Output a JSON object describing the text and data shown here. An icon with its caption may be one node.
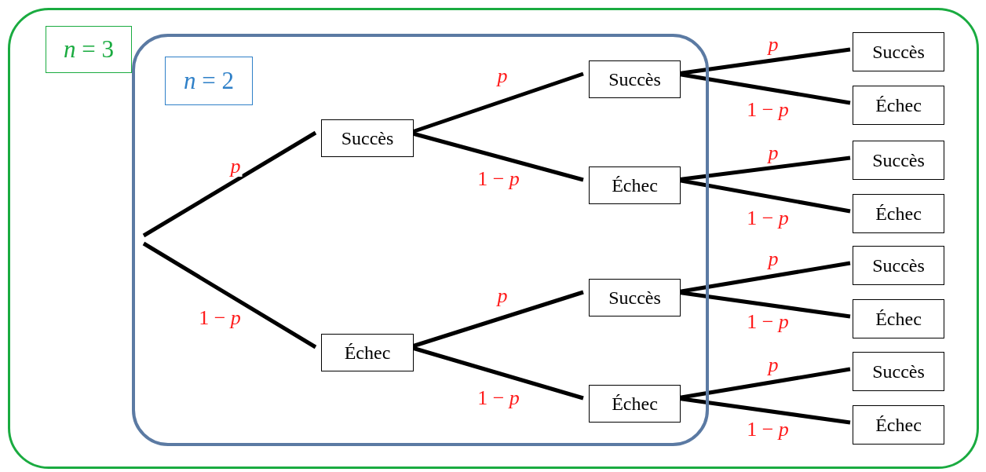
{
  "diagram": {
    "nodes": [
      {
        "text": [
          "*n* = 3"
        ]
      },
      {
        "text": [
          "*n* = 2"
        ],
        "in": 0
      },
      {
        "text": [
          "Succès"
        ],
        "in": 1
      },
      {
        "text": [
          "Échec"
        ],
        "in": 1
      },
      {
        "text": [
          "Succès"
        ],
        "in": 1
      },
      {
        "text": [
          "Échec"
        ],
        "in": 1
      },
      {
        "text": [
          "Succès"
        ],
        "in": 1
      },
      {
        "text": [
          "Échec"
        ],
        "in": 1
      },
      {
        "text": [
          "Succès"
        ],
        "in": 0
      },
      {
        "text": [
          "Échec"
        ],
        "in": 0
      },
      {
        "text": [
          "Succès"
        ],
        "in": 0
      },
      {
        "text": [
          "Échec"
        ],
        "in": 0
      },
      {
        "text": [
          "Succès"
        ],
        "in": 0
      },
      {
        "text": [
          "Échec"
        ],
        "in": 0
      },
      {
        "text": [
          "Succès"
        ],
        "in": 0
      },
      {
        "text": [
          "Échec"
        ],
        "in": 0
      }
    ],
    "edges": [
      {
        "from": null,
        "to": 2,
        "arrow": "none",
        "label": "*p*"
      },
      {
        "from": null,
        "to": 3,
        "arrow": "none",
        "label": "1 − *p*"
      },
      {
        "from": 2,
        "to": 4,
        "arrow": "none",
        "label": "*p*"
      },
      {
        "from": 2,
        "to": 5,
        "arrow": "none",
        "label": "1 − *p*"
      },
      {
        "from": 3,
        "to": 6,
        "arrow": "none",
        "label": "*p*"
      },
      {
        "from": 3,
        "to": 7,
        "arrow": "none",
        "label": "1 − *p*"
      },
      {
        "from": 4,
        "to": 8,
        "arrow": "none",
        "label": "*p*"
      },
      {
        "from": 4,
        "to": 9,
        "arrow": "none",
        "label": "1 − *p*"
      },
      {
        "from": 5,
        "to": 10,
        "arrow": "none",
        "label": "*p*"
      },
      {
        "from": 5,
        "to": 11,
        "arrow": "none",
        "label": "1 − *p*"
      },
      {
        "from": 6,
        "to": 12,
        "arrow": "none",
        "label": "*p*"
      },
      {
        "from": 6,
        "to": 13,
        "arrow": "none",
        "label": "1 − *p*"
      },
      {
        "from": 7,
        "to": 14,
        "arrow": "none",
        "label": "*p*"
      },
      {
        "from": 7,
        "to": 15,
        "arrow": "none",
        "label": "1 − *p*"
      }
    ]
  }
}
